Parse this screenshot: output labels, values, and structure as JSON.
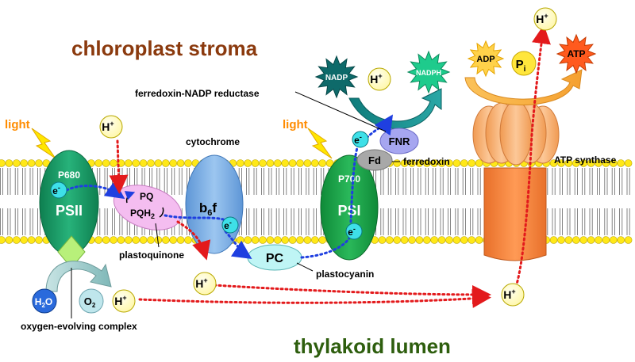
{
  "regions": {
    "stroma": "chloroplast stroma",
    "lumen": "thylakoid lumen"
  },
  "light": {
    "left": "light",
    "right": "light"
  },
  "psii": {
    "code": "P680",
    "label": "PSII"
  },
  "psi": {
    "code": "P700",
    "label": "PSI"
  },
  "pq": {
    "top": "PQ",
    "bottom_main": "PQH",
    "bottom_sub": "2"
  },
  "cytochrome": {
    "label": "cytochrome",
    "main": "b",
    "sub": "6",
    "tail": "f"
  },
  "labels": {
    "plastoquinone": "plastoquinone",
    "plastocyanin": "plastocyanin",
    "ferredoxin": "ferredoxin",
    "fnr_full": "ferredoxin-NADP reductase",
    "atp_synthase": "ATP synthase",
    "oec": "oxygen-evolving complex"
  },
  "carriers": {
    "pc": "PC",
    "fd": "Fd",
    "fnr": "FNR"
  },
  "electron": {
    "base": "e",
    "sup": "-"
  },
  "proton": {
    "base": "H",
    "sup": "+"
  },
  "water": {
    "base": "H",
    "sub": "2",
    "tail": "O"
  },
  "oxygen": {
    "base": "O",
    "sub": "2"
  },
  "nadp": {
    "nadp": "NADP",
    "nadph": "NADPH"
  },
  "atp": {
    "adp": "ADP",
    "pi_base": "P",
    "pi_sub": "i",
    "atp": "ATP"
  },
  "colors": {
    "title_stroma": "#8B3A0E",
    "title_lumen": "#2E5E0E",
    "light": "#FF8C00",
    "psii": "#1FA06A",
    "psi": "#1AA047",
    "cyt": "#7FB2E6",
    "pq": "#F2B8F0",
    "pc": "#BFF5F5",
    "fnr": "#A6A6F0",
    "fd": "#A8A8A8",
    "proton": "#FFFFC2",
    "atp_synthase": "#F7A85C",
    "electron_path": "#1F3FE0",
    "proton_path": "#E31A1C"
  }
}
